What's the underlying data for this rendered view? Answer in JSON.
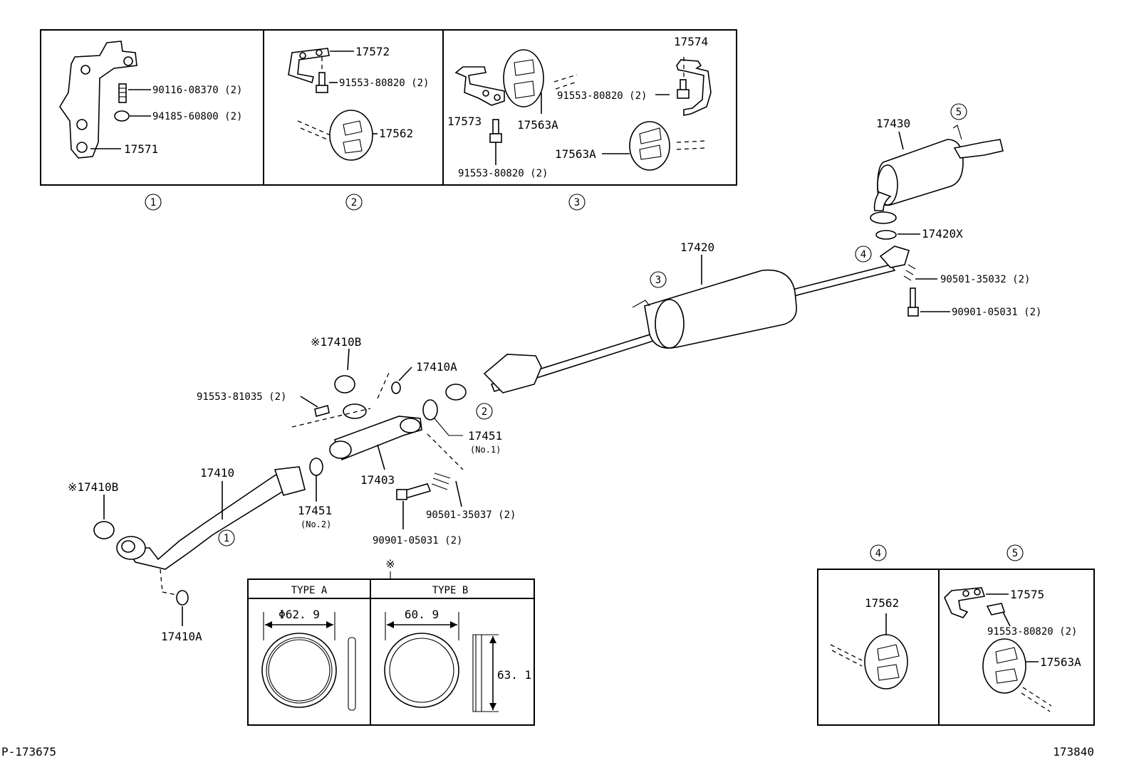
{
  "labels": {
    "inset1_p1": "90116-08370 (2)",
    "inset1_p2": "94185-60800 (2)",
    "inset1_p3": "17571",
    "inset2_p1": "17572",
    "inset2_p2": "91553-80820 (2)",
    "inset2_p3": "17562",
    "inset3_p1": "17574",
    "inset3_p2": "91553-80820 (2)",
    "inset3_p3": "17573",
    "inset3_p4": "17563A",
    "inset3_p5": "17563A",
    "inset3_p6": "91553-80820 (2)",
    "tail_muffler": "17430",
    "gasket_tail": "17420X",
    "spring_tail": "90501-35032 (2)",
    "bolt_tail": "90901-05031 (2)",
    "center_muffler": "17420",
    "gasket_b_top": "※17410B",
    "gasket_a_top": "17410A",
    "bolt_flange": "91553-81035 (2)",
    "gasket_no1": "17451",
    "gasket_no1_sub": "(No.1)",
    "front_pipe": "17403",
    "exhaust_pipe": "17410",
    "gasket_b_left": "※17410B",
    "gasket_no2": "17451",
    "gasket_no2_sub": "(No.2)",
    "spring_front": "90501-35037 (2)",
    "bolt_front": "90901-05031 (2)",
    "gasket_a_bottom": "17410A",
    "inset4_p1": "17562",
    "inset5_p1": "17575",
    "inset5_p2": "91553-80820 (2)",
    "inset5_p3": "17563A"
  },
  "callouts": {
    "c1": "1",
    "c2": "2",
    "c3": "3",
    "c4": "4",
    "c5": "5"
  },
  "gasket_table": {
    "note_mark": "※",
    "type_a": "TYPE A",
    "type_b": "TYPE B",
    "dim_a": "Φ62. 9",
    "dim_b": "60. 9",
    "dim_height": "63. 1"
  },
  "footer": {
    "left_code": "P-173675",
    "right_code": "173840"
  }
}
